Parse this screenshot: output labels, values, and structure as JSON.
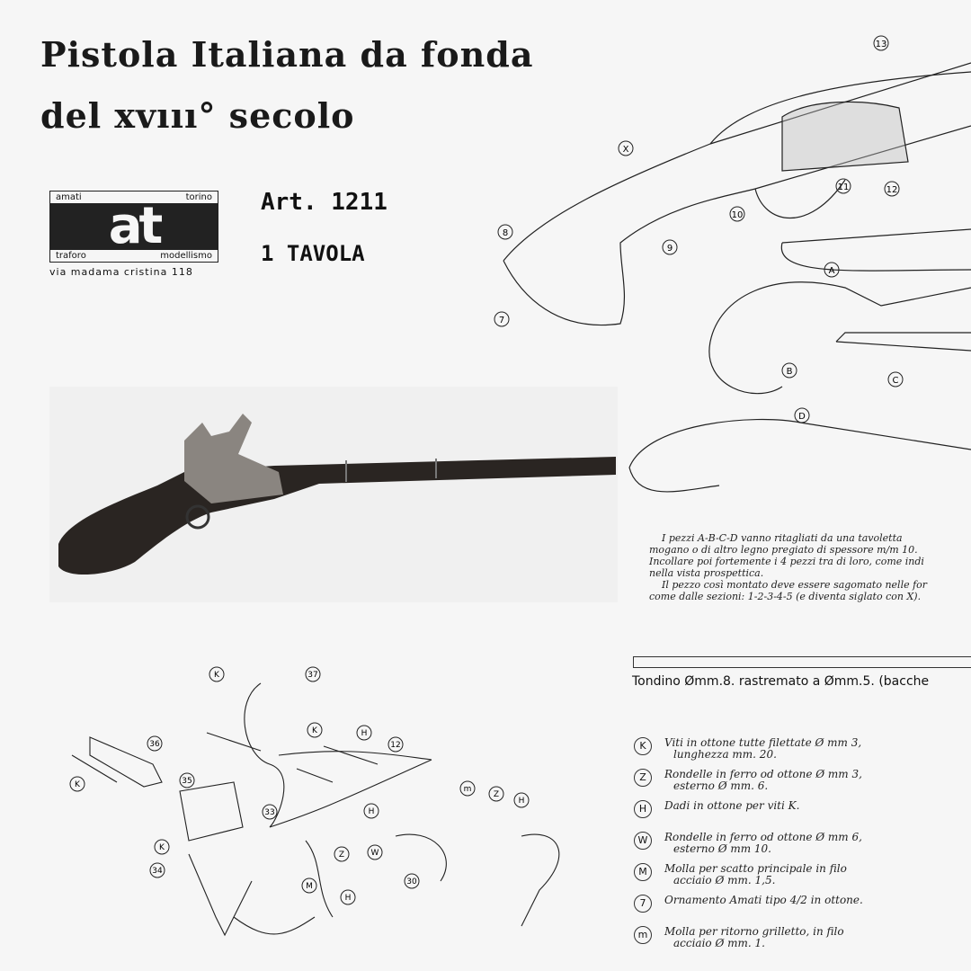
{
  "header": {
    "title_line1": "Pistola Italiana da fonda",
    "title_line2": "del xvııı° secolo",
    "article": "Art. 1211",
    "sheets": "1 TAVOLA"
  },
  "logo": {
    "top_left": "amati",
    "top_right": "torino",
    "mark": "at",
    "bottom_left": "traforo",
    "bottom_right": "modellismo",
    "address": "via madama cristina 118"
  },
  "instructions": {
    "lines": [
      "I pezzi A-B-C-D vanno ritagliati da una tavoletta",
      "mogano o di altro legno pregiato di spessore m/m 10.",
      "Incollare poi fortemente i 4 pezzi tra di loro, come indi",
      "nella vista prospettica.",
      "Il pezzo così montato deve essere sagomato nelle for",
      "come dalle sezioni: 1-2-3-4-5 (e diventa siglato con X)."
    ]
  },
  "rod_caption": "Tondino Ømm.8. rastremato a Ømm.5. (bacche",
  "diagram_labels": [
    "X",
    "8",
    "9",
    "10",
    "11",
    "12",
    "13",
    "7",
    "A",
    "B",
    "C",
    "D"
  ],
  "exploded_labels": [
    "37",
    "36",
    "35",
    "33",
    "34",
    "K",
    "K",
    "K",
    "K",
    "H",
    "12",
    "m",
    "Z",
    "H",
    "H",
    "W",
    "M",
    "Z",
    "H",
    "30"
  ],
  "legend": [
    {
      "symbol": "K",
      "line1": "Viti in ottone tutte filettate Ø mm 3,",
      "line2": "lunghezza mm. 20."
    },
    {
      "symbol": "Z",
      "line1": "Rondelle in ferro od ottone Ø mm 3,",
      "line2": "esterno Ø mm. 6."
    },
    {
      "symbol": "H",
      "line1": "Dadi in ottone per viti K.",
      "line2": ""
    },
    {
      "symbol": "W",
      "line1": "Rondelle in ferro od ottone Ø mm 6,",
      "line2": "esterno Ø mm 10."
    },
    {
      "symbol": "M",
      "line1": "Molla per scatto principale in filo",
      "line2": "acciaio Ø mm. 1,5."
    },
    {
      "symbol": "7",
      "line1": "Ornamento Amati tipo 4/2 in ottone.",
      "line2": ""
    },
    {
      "symbol": "m",
      "line1": "Molla per ritorno grilletto, in filo",
      "line2": "acciaio Ø mm. 1."
    }
  ]
}
